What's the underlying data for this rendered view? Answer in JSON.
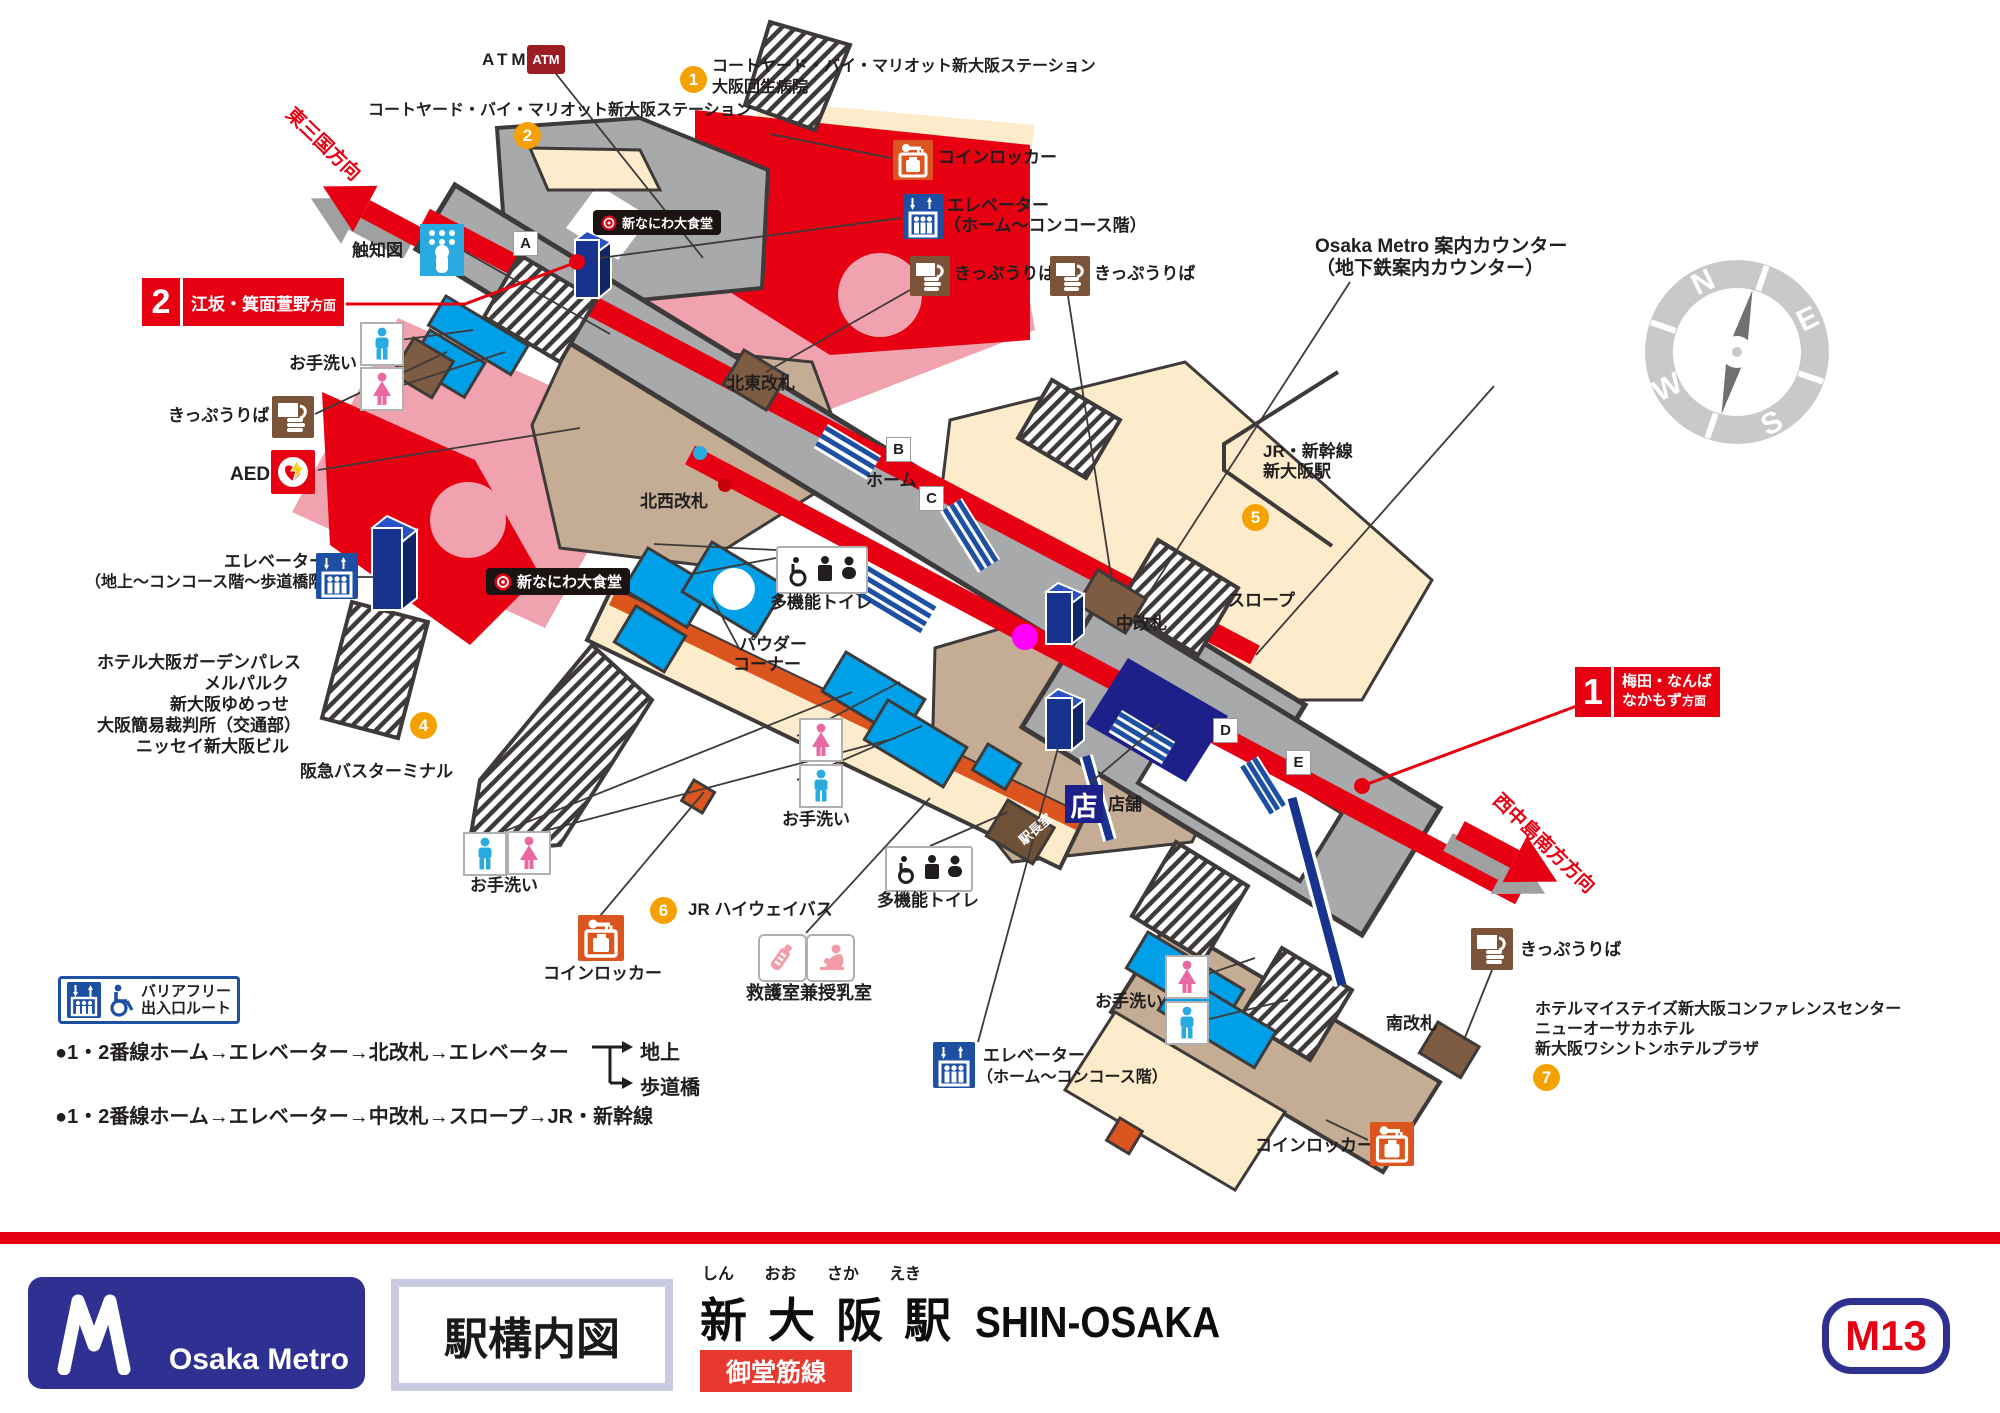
{
  "labels": {
    "atm": "ATM",
    "atm_icon": "ATM",
    "courtyard": "コートヤード・バイ・マリオット新大阪ステーション",
    "kaisei_hospital": "大阪回生病院",
    "dir_ne": "東三国方向",
    "dir_sw": "西中島南方方向",
    "coin_locker": "コインロッカー",
    "elevator": "エレベーター",
    "elev_home_concourse": "（ホーム〜コンコース階）",
    "elev_ground": "（地上〜コンコース階〜歩道橋階）",
    "ticket": "きっぷうりば",
    "info_counter_1": "Osaka Metro 案内カウンター",
    "info_counter_2": "（地下鉄案内カウンター）",
    "tactile_map": "触知図",
    "toilet": "お手洗い",
    "aed": "AED",
    "gate_northeast": "北東改札",
    "gate_northwest": "北西改札",
    "gate_middle": "中改札",
    "gate_south": "南改札",
    "platform": "ホーム",
    "multi_toilet": "多機能トイレ",
    "powder_1": "パウダー",
    "powder_2": "コーナー",
    "hankyu_bus": "阪急バスターミナル",
    "jr_shinkansen": "JR・新幹線",
    "jr_station": "新大阪駅",
    "slope": "スロープ",
    "jr_highway_bus": "JR ハイウェイバス",
    "first_aid": "救護室兼授乳室",
    "shop_glyph": "店",
    "shop": "店舗",
    "station_master": "駅長室",
    "naniwa_dining": "新なにわ大食堂"
  },
  "badges": {
    "red2_num": "2",
    "red2_dest": "江坂・箕面萱野",
    "red2_suffix": "方面",
    "red1_num": "1",
    "red1_dest": "梅田・なんば",
    "red1_dest2": "なかもず",
    "red1_suffix": "方面"
  },
  "exits": {
    "a": "A",
    "b": "B",
    "c": "C",
    "d": "D",
    "e": "E"
  },
  "points": {
    "p1": "1",
    "p2": "2",
    "p4": "4",
    "p5": "5",
    "p6": "6",
    "p7": "7"
  },
  "hotels_left": [
    "ホテル大阪ガーデンパレス",
    "メルパルク",
    "新大阪ゆめっせ",
    "大阪簡易裁判所（交通部）",
    "ニッセイ新大阪ビル"
  ],
  "hotels_right": [
    "ホテルマイステイズ新大阪コンファレンスセンター",
    "ニューオーサカホテル",
    "新大阪ワシントンホテルプラザ"
  ],
  "legend": {
    "barrier_free_1": "バリアフリー",
    "barrier_free_2": "出入口ルート",
    "route1": "●1・2番線ホーム→エレベーター→北改札→エレベーター",
    "route1_dest1": "地上",
    "route1_dest2": "歩道橋",
    "route2": "●1・2番線ホーム→エレベーター→中改札→スロープ→JR・新幹線"
  },
  "compass": {
    "n": "N",
    "e": "E",
    "s": "S",
    "w": "W"
  },
  "footer": {
    "brand": "Osaka Metro",
    "map_title": "駅構内図",
    "furigana": "しん おお さか えき",
    "station_kanji": "新 大 阪 駅",
    "station_romaji": "SHIN-OSAKA",
    "line_name": "御堂筋線",
    "station_code": "M13"
  },
  "colors": {
    "line_red": "#e60012",
    "badge_orange": "#f5a200",
    "cyan": "#00a0e9",
    "navy": "#2e3192"
  }
}
